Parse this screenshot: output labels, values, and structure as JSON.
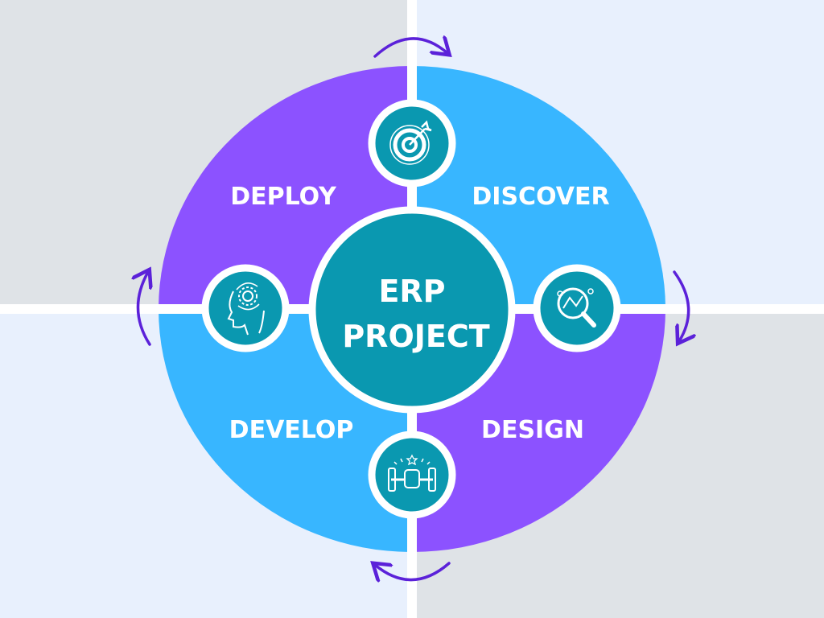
{
  "center": {
    "line1": "ERP",
    "line2": "PROJECT"
  },
  "phases": [
    {
      "label": "DEPLOY",
      "icon": "head-gear-icon",
      "color": "#8c52ff"
    },
    {
      "label": "DISCOVER",
      "icon": "target-icon",
      "color": "#38b6ff"
    },
    {
      "label": "DESIGN",
      "icon": "magnifier-chart-icon",
      "color": "#8c52ff"
    },
    {
      "label": "DEVELOP",
      "icon": "fist-dumbbell-icon",
      "color": "#38b6ff"
    }
  ],
  "colors": {
    "teal": "#0a98b0",
    "arrow": "#5b21d9",
    "bg_gray": "#dfe3e7",
    "bg_blue": "#e8f0fd"
  }
}
